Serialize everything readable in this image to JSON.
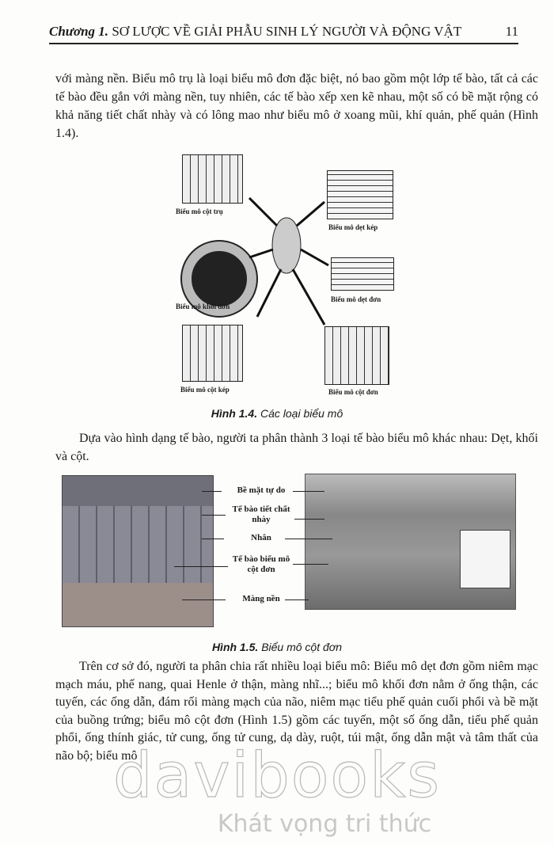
{
  "header": {
    "chapter": "Chương 1.",
    "title": "SƠ LƯỢC VỀ GIẢI PHẪU SINH LÝ NGƯỜI VÀ ĐỘNG VẬT",
    "page_number": "11"
  },
  "paragraphs": [
    "với màng nền. Biểu mô trụ là loại biểu mô đơn đặc biệt, nó bao gồm một lớp tế bào, tất cả các tế bào đều gắn với màng nền, tuy nhiên, các tế bào xếp xen kẽ nhau, một số có bề mặt rộng có khả năng tiết chất nhày và có lông mao như biểu mô ở xoang mũi, khí quản, phế quản (Hình 1.4).",
    "Dựa vào hình dạng tế bào, người ta phân thành 3 loại tế bào biểu mô khác nhau: Dẹt, khối và cột.",
    "Trên cơ sở đó, người ta phân chia rất nhiều loại biểu mô: Biểu mô dẹt đơn gồm niêm mạc mạch máu, phế nang, quai Henle ở thận, màng nhĩ...; biểu mô khối đơn nằm ở ống thận, các tuyến, các ống dẫn, đám rối màng mạch của não, niêm mạc tiểu phế quản cuối phổi và bề mặt của buồng trứng; biểu mô cột đơn (Hình 1.5) gồm các tuyến, một số ống dẫn, tiểu phế quản phổi, ống thính giác, tử cung, ống tử cung, dạ dày, ruột, túi mật, ống dẫn mật và tâm thất của não bộ; biểu mô"
  ],
  "figure_1_4": {
    "caption_num": "Hình 1.4.",
    "caption_text": "Các loại biểu mô",
    "labels": [
      "Biểu mô cột trụ",
      "Biểu mô dẹt kép",
      "Biểu mô khối đơn",
      "Biểu mô dẹt đơn",
      "Biểu mô cột kép",
      "Biểu mô cột đơn"
    ]
  },
  "figure_1_5": {
    "caption_num": "Hình 1.5.",
    "caption_text": "Biểu mô cột đơn",
    "labels": [
      "Bề mặt tự do",
      "Tế bào tiết chất nhày",
      "Nhân",
      "Tế bào biểu mô cột đơn",
      "Màng nền"
    ]
  },
  "watermark": {
    "brand": "davibooks",
    "slogan": "Khát vọng tri thức"
  }
}
